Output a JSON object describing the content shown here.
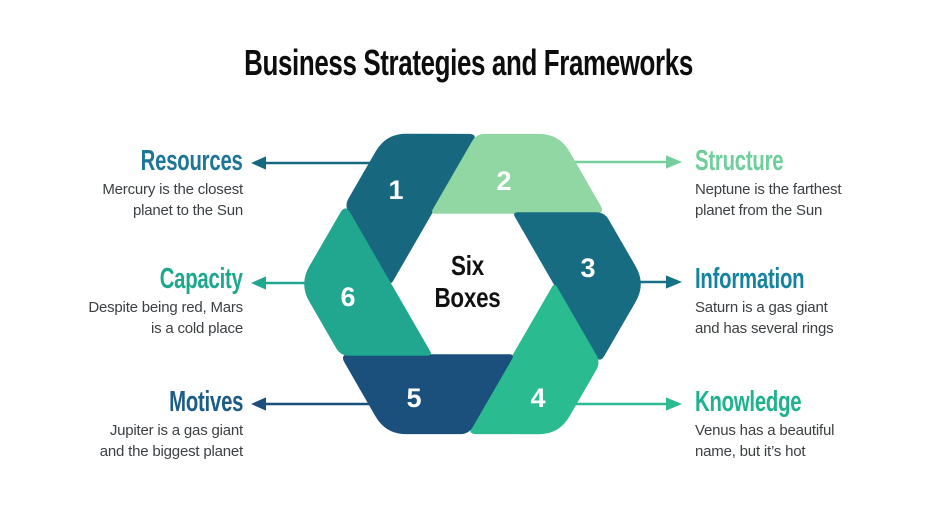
{
  "title": "Business Strategies and Frameworks",
  "center": {
    "line1": "Six",
    "line2": "Boxes"
  },
  "colors": {
    "background": "#FFFFFF",
    "title": "#0D0D0D",
    "body_text": "#3C4043",
    "center_text": "#111111"
  },
  "hexagon": {
    "segments": [
      {
        "number": "1",
        "color": "#17687F"
      },
      {
        "number": "2",
        "color": "#90D7A3"
      },
      {
        "number": "3",
        "color": "#176C82"
      },
      {
        "number": "4",
        "color": "#2BBB90"
      },
      {
        "number": "5",
        "color": "#1B4F7C"
      },
      {
        "number": "6",
        "color": "#21A78F"
      }
    ]
  },
  "items": [
    {
      "heading": "Resources",
      "heading_color": "#1D7695",
      "arrow_color": "#17687F",
      "body_lines": [
        "Mercury is the closest",
        "planet to the Sun"
      ]
    },
    {
      "heading": "Structure",
      "heading_color": "#6FCE9B",
      "arrow_color": "#74CF9D",
      "body_lines": [
        "Neptune is the farthest",
        "planet from the Sun"
      ]
    },
    {
      "heading": "Information",
      "heading_color": "#1583A0",
      "arrow_color": "#177186",
      "body_lines": [
        "Saturn is a gas giant",
        "and has several rings"
      ]
    },
    {
      "heading": "Knowledge",
      "heading_color": "#1EB28F",
      "arrow_color": "#2BBB90",
      "body_lines": [
        "Venus has a beautiful",
        "name, but it’s hot"
      ]
    },
    {
      "heading": "Capacity",
      "heading_color": "#1DA88E",
      "arrow_color": "#21A78F",
      "body_lines": [
        "Despite being red, Mars",
        "is a cold place"
      ]
    },
    {
      "heading": "Motives",
      "heading_color": "#1C5C87",
      "arrow_color": "#1B4F7C",
      "body_lines": [
        "Jupiter is a gas giant",
        "and the biggest planet"
      ]
    }
  ]
}
